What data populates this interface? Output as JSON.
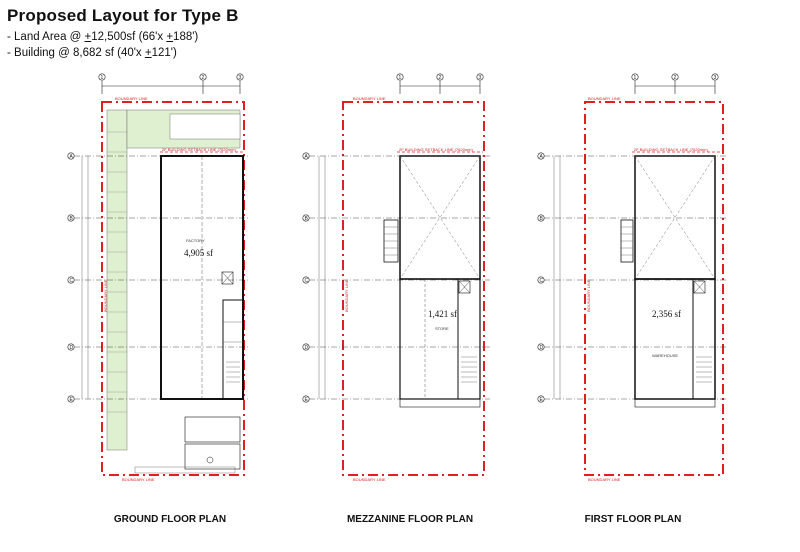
{
  "header": {
    "title": "Proposed Layout for Type B",
    "land_prefix": "- Land Area @ ",
    "land_pm": "+",
    "land_value": "12,500sf (66'x ",
    "land_pm2": "+",
    "land_end": "188')",
    "bldg_prefix": "- Building @ 8,682 sf (40'x ",
    "bldg_pm": "+",
    "bldg_end": "121')"
  },
  "plans": [
    {
      "name": "GROUND FLOOR PLAN",
      "area": "4,905  sf",
      "room": "FACTORY",
      "boundary_top": "BOUNDARY LINE",
      "boundary_bottom": "BOUNDARY LINE",
      "boundary_side": "BOUNDARY LINE",
      "setback": "2F BUILDING SETBACK LINE (7620mm)",
      "col_labels": [
        "1",
        "2",
        "3"
      ],
      "row_labels": [
        "A",
        "B",
        "C",
        "D",
        "E"
      ]
    },
    {
      "name": "MEZZANINE FLOOR PLAN",
      "area": "1,421 sf",
      "room": "STORE",
      "boundary_top": "BOUNDARY LINE",
      "boundary_bottom": "BOUNDARY LINE",
      "boundary_side": "BOUNDARY LINE",
      "setback": "2F BUILDING SETBACK LINE (7620mm)",
      "col_labels": [
        "1",
        "2",
        "3"
      ],
      "row_labels": [
        "A",
        "B",
        "C",
        "D",
        "E"
      ]
    },
    {
      "name": "FIRST FLOOR PLAN",
      "area": "2,356 sf",
      "room": "WAREHOUSE",
      "boundary_top": "BOUNDARY LINE",
      "boundary_bottom": "BOUNDARY LINE",
      "boundary_side": "BOUNDARY LINE",
      "setback": "2F BUILDING SETBACK LINE (7620mm)",
      "col_labels": [
        "1",
        "2",
        "3"
      ],
      "row_labels": [
        "A",
        "B",
        "C",
        "D",
        "E"
      ]
    }
  ],
  "colors": {
    "boundary": "#e02020",
    "green": "#dff0d0",
    "ink": "#222222"
  }
}
